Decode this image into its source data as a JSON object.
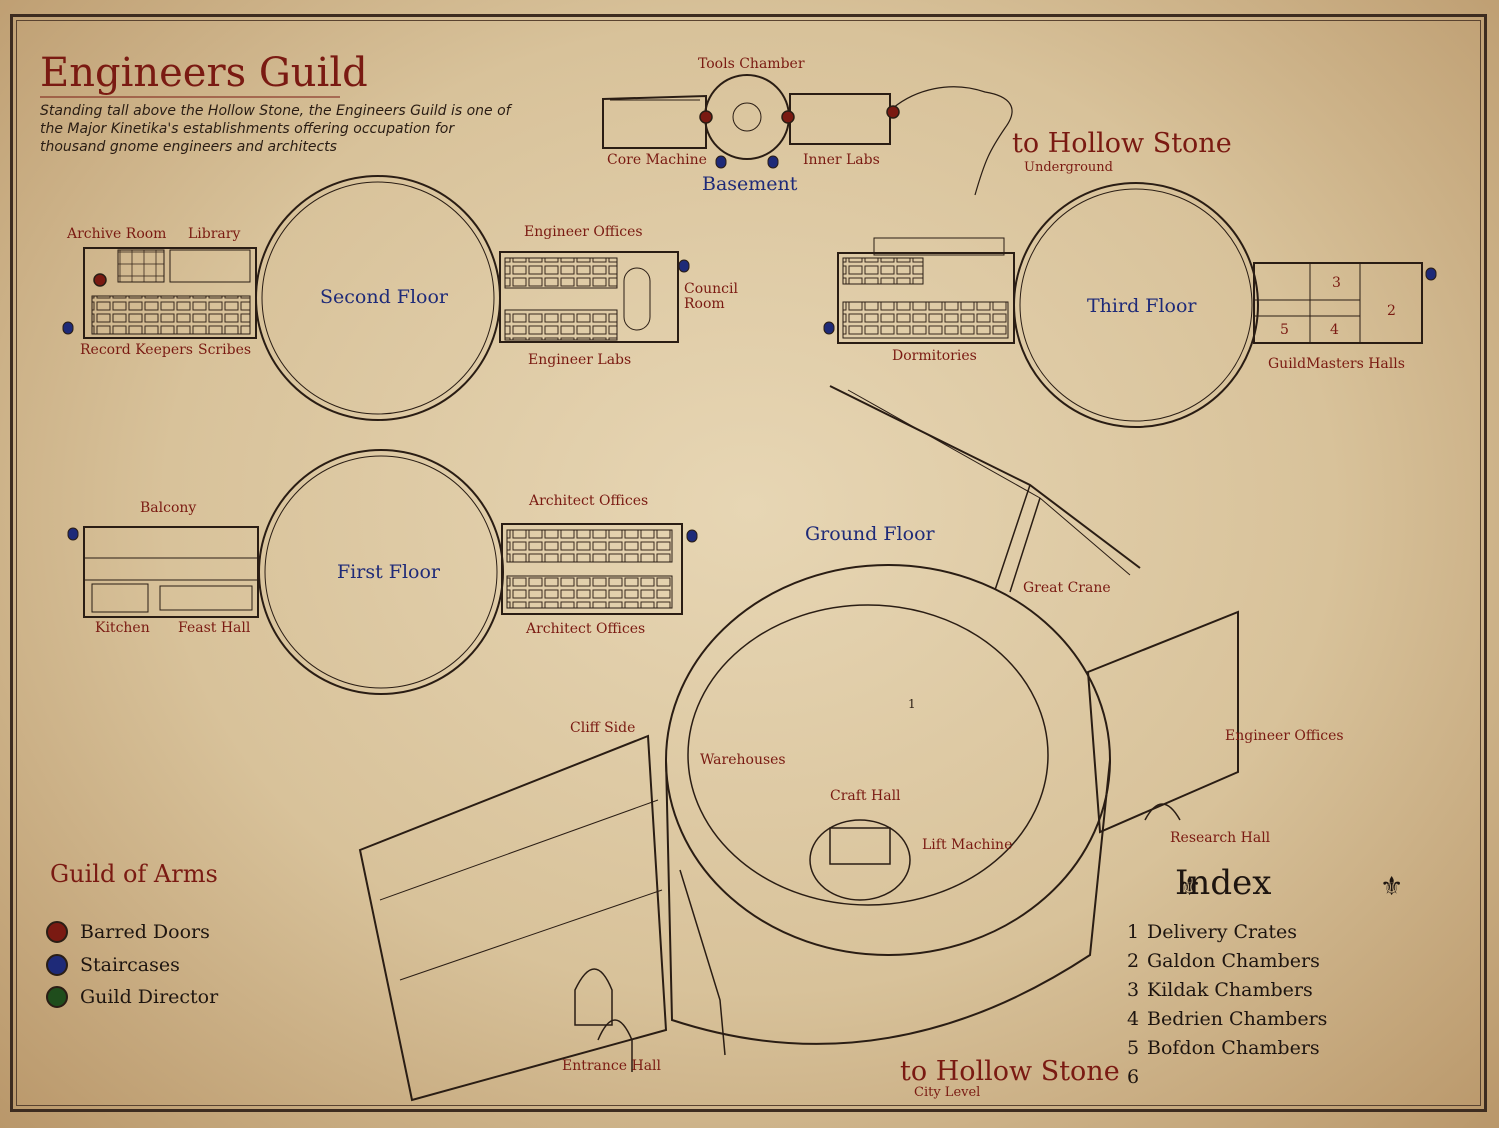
{
  "title": "Engineers Guild",
  "intro": "Standing tall above the Hollow Stone, the Engineers Guild is one of the Major Kinetika's establishments offering occupation for thousand gnome engineers and architects",
  "basement": {
    "name": "Basement",
    "rooms": {
      "tools": "Tools Chamber",
      "core": "Core Machine",
      "inner": "Inner Labs"
    }
  },
  "underground": {
    "heading": "to Hollow Stone",
    "sub": "Underground"
  },
  "second_floor": {
    "name": "Second Floor",
    "rooms": {
      "archive": "Archive Room",
      "library": "Library",
      "record": "Record Keepers",
      "scribes": "Scribes",
      "eng_offices": "Engineer Offices",
      "council": "Council Room",
      "eng_labs": "Engineer Labs"
    }
  },
  "third_floor": {
    "name": "Third Floor",
    "rooms": {
      "dorm": "Dormitories",
      "guildmasters": "GuildMasters Halls"
    },
    "chamber_numbers": [
      "3",
      "2",
      "5",
      "4"
    ]
  },
  "first_floor": {
    "name": "First Floor",
    "rooms": {
      "balcony": "Balcony",
      "kitchen": "Kitchen",
      "feast": "Feast Hall",
      "arch_offices_top": "Architect Offices",
      "arch_offices_bottom": "Architect Offices"
    }
  },
  "ground_floor": {
    "name": "Ground Floor",
    "rooms": {
      "crane": "Great Crane",
      "cliff": "Cliff Side",
      "warehouses": "Warehouses",
      "craft": "Craft Hall",
      "lift": "Lift Machine",
      "eng_offices": "Engineer Offices",
      "research": "Research Hall",
      "entrance": "Entrance Hall",
      "marker": "1"
    }
  },
  "city_level": {
    "heading": "to Hollow Stone",
    "sub": "City Level"
  },
  "legend": {
    "title": "Guild of Arms",
    "items": [
      {
        "label": "Barred Doors",
        "icon": "barred-door-icon",
        "color": "#7a1a12"
      },
      {
        "label": "Staircases",
        "icon": "staircase-icon",
        "color": "#1e2a78"
      },
      {
        "label": "Guild Director",
        "icon": "guild-director-icon",
        "color": "#1f4d1c"
      }
    ]
  },
  "index": {
    "title": "Index",
    "items": [
      {
        "n": "1",
        "label": "Delivery Crates"
      },
      {
        "n": "2",
        "label": "Galdon Chambers"
      },
      {
        "n": "3",
        "label": "Kildak Chambers"
      },
      {
        "n": "4",
        "label": "Bedrien Chambers"
      },
      {
        "n": "5",
        "label": "Bofdon Chambers"
      },
      {
        "n": "6",
        "label": ""
      }
    ]
  },
  "colors": {
    "ink": "#2a1d14",
    "red": "#7a1a12",
    "blue": "#1e2a78",
    "parchment": "#e0cba4"
  }
}
